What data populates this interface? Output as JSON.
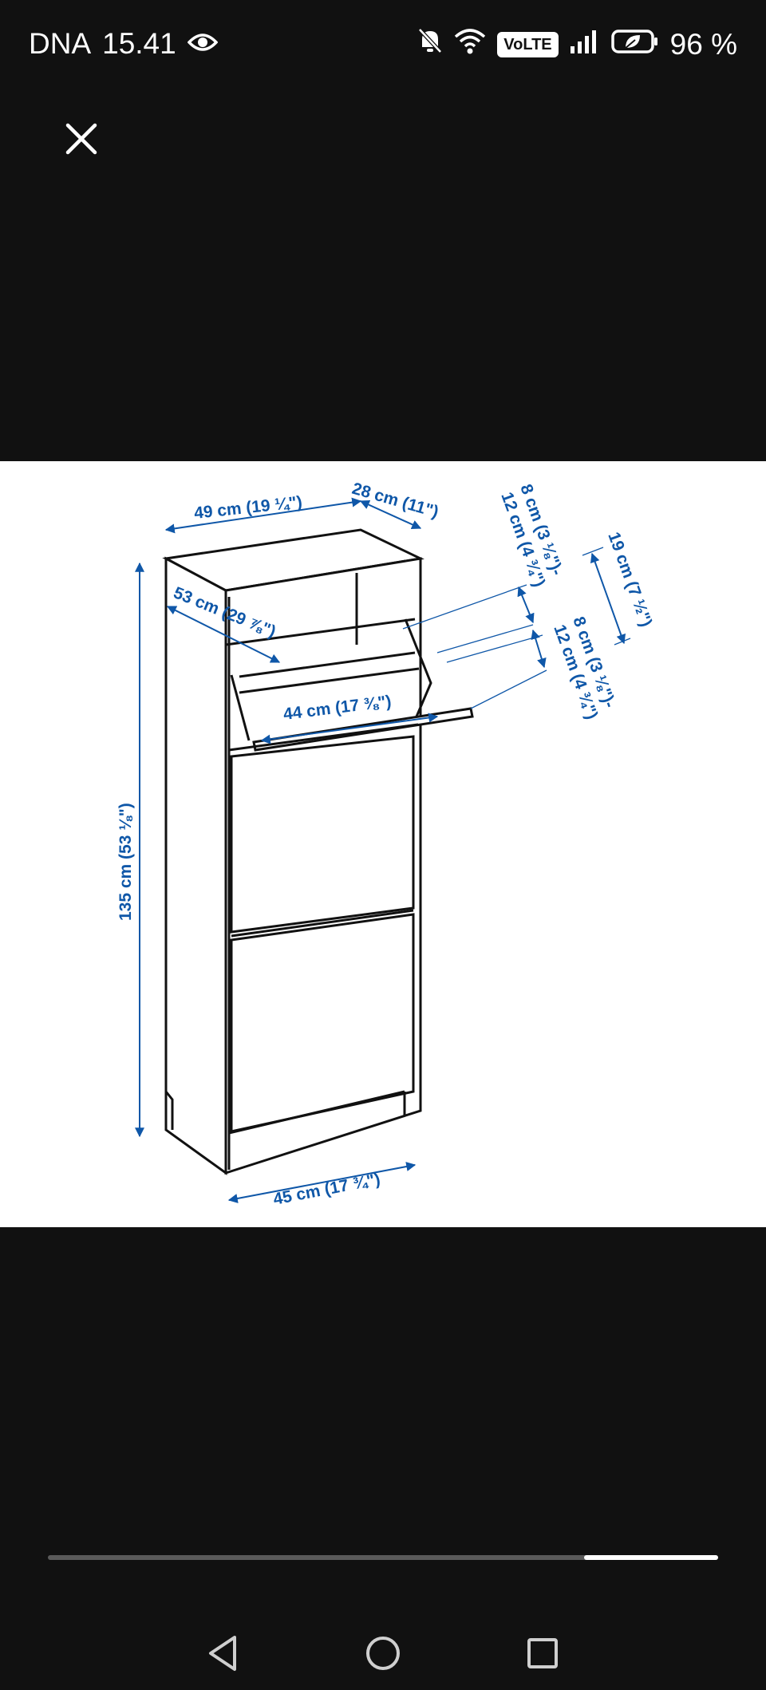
{
  "status_bar": {
    "carrier": "DNA",
    "time": "15.41",
    "volte": "VoLTE",
    "battery": "96 %",
    "icons": [
      "eye-icon",
      "bell-muted-icon",
      "wifi-icon",
      "signal-icon",
      "battery-saver-icon"
    ]
  },
  "viewer": {
    "close_icon": "close-icon",
    "dimensions": {
      "top_width": "49 cm (19 ¼\")",
      "top_depth": "28 cm (11\")",
      "height": "135 cm (53 ⅛\")",
      "flap_width": "53 cm (29 ⅞\")",
      "inner_width": "44 cm (17 ⅜\")",
      "bottom_width": "45 cm (17 ¾\")",
      "heel_range_1a": "8 cm (3 ⅛\")-",
      "heel_range_1b": "12 cm (4 ¾\")",
      "heel_range_2a": "8 cm (3 ⅛\")-",
      "heel_range_2b": "12 cm (4 ¾\")",
      "compartment_height": "19 cm (7 ½\")"
    },
    "accent_color": "#0f57a8"
  },
  "gallery": {
    "progress": 0.8,
    "segments": 5,
    "current": 5
  },
  "nav": {
    "buttons": [
      "back-icon",
      "home-icon",
      "recents-icon"
    ]
  }
}
